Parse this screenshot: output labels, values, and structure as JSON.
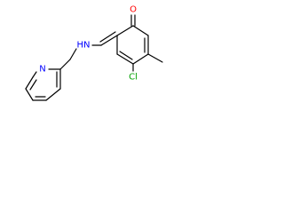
{
  "molecule": {
    "atoms": {
      "oxygen": {
        "symbol": "O",
        "color": "#ff0000"
      },
      "amine": {
        "symbol": "HN",
        "color": "#0000ff"
      },
      "pyridine_nitrogen": {
        "symbol": "N",
        "color": "#0000ff"
      },
      "chlorine": {
        "symbol": "Cl",
        "color": "#00a000"
      }
    },
    "bond_color": "#000000",
    "background": "#ffffff"
  }
}
